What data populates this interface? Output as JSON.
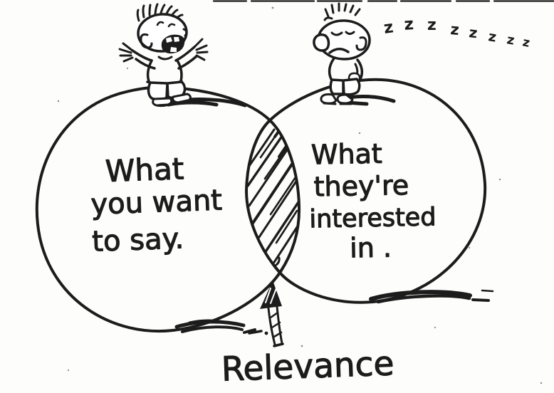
{
  "scene": {
    "background_color": "#fdfdfc",
    "ink_color": "#1c1c1c"
  },
  "venn": {
    "left_circle_label_lines": [
      "What",
      "you want",
      "to say."
    ],
    "right_circle_label_lines": [
      "What",
      "they're",
      "interested",
      "in ."
    ],
    "overlap_label": "Relevance"
  },
  "sleep_zs": [
    "z",
    "z",
    "z",
    "z",
    "z",
    "z",
    "z",
    "z"
  ],
  "icons": {
    "left_figure": "excited-speaker",
    "right_figure": "sleeping-listener",
    "overlap_marker": "up-arrow"
  }
}
